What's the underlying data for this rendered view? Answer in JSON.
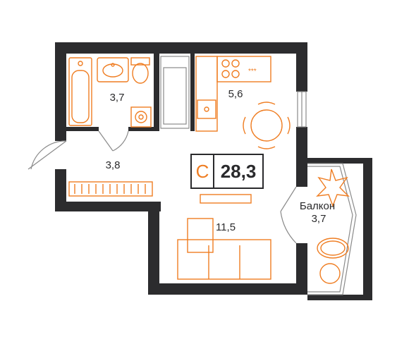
{
  "apartment": {
    "type_letter": "С",
    "total_area": "28,3"
  },
  "rooms": {
    "bathroom_area": "3,7",
    "kitchen_area": "5,6",
    "hallway_area": "3,8",
    "living_area": "11,5",
    "balcony_label": "Балкон",
    "balcony_area": "3,7"
  },
  "colors": {
    "wall": "#2c2c2e",
    "furniture": "#ef7d22",
    "outline": "#8a8a8a",
    "text": "#2a2a2c"
  }
}
